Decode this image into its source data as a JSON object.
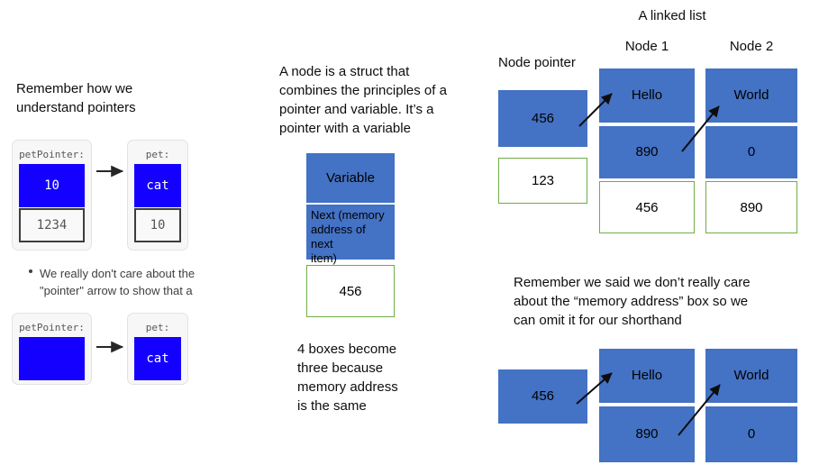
{
  "left_column": {
    "heading": "Remember how we\nunderstand pointers",
    "diagram1": {
      "pointer_card": {
        "label": "petPointer:",
        "value_cell": "10",
        "address_cell": "1234"
      },
      "target_card": {
        "label": "pet:",
        "value_cell": "cat",
        "address_cell": "10"
      },
      "arrow": "right-arrow"
    },
    "bullet": "We really don't care about the\n\"pointer\" arrow to show that a",
    "diagram2": {
      "pointer_card": {
        "label": "petPointer:",
        "value_cell": "",
        "address_cell": ""
      },
      "target_card": {
        "label": "pet:",
        "value_cell": "cat",
        "address_cell": ""
      },
      "arrow": "right-arrow"
    }
  },
  "middle_column": {
    "paragraph": "A node is a struct that\ncombines the principles of a\npointer and variable. It’s a\npointer with a variable",
    "struct_box": {
      "variable_cell": "Variable",
      "next_cell": "Next (memory\naddress of next\nitem)",
      "address_cell": "456"
    },
    "caption": "4 boxes become\nthree because\nmemory address\nis the same"
  },
  "right_column": {
    "title": "A linked list",
    "labels": {
      "node_pointer": "Node pointer",
      "node_1": "Node 1",
      "node_2": "Node 2"
    },
    "diagram_full": {
      "node_pointer": {
        "value_cell": "456",
        "address_cell": "123"
      },
      "node_1": {
        "data_cell": "Hello",
        "next_cell": "890",
        "address_cell": "456"
      },
      "node_2": {
        "data_cell": "World",
        "next_cell": "0",
        "address_cell": "890"
      }
    },
    "note": "Remember we said we don’t really care\nabout the “memory address” box so we\ncan omit it for our shorthand",
    "diagram_short": {
      "node_pointer": {
        "value_cell": "456"
      },
      "node_1": {
        "data_cell": "Hello",
        "next_cell": "890"
      },
      "node_2": {
        "data_cell": "World",
        "next_cell": "0"
      }
    }
  },
  "colors": {
    "accent_blue": "#4472C4",
    "pure_blue": "#1400FF",
    "green_border": "#70AD47",
    "arrow_black": "#000000"
  }
}
